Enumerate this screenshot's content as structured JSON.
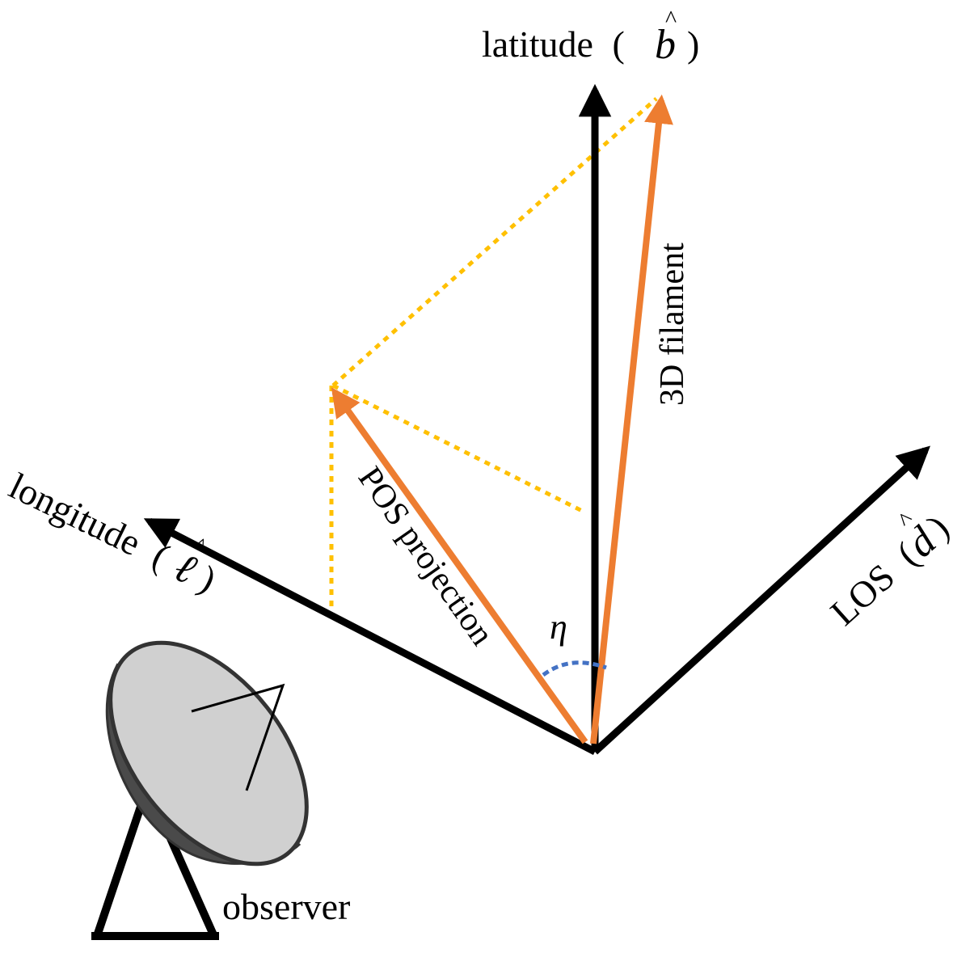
{
  "axes": {
    "latitude": {
      "name": "latitude",
      "symbol": "b",
      "open": "(",
      "close": ")"
    },
    "longitude": {
      "name": "longitude",
      "symbol": "ℓ",
      "open": "(",
      "close": ")"
    },
    "los": {
      "name": "LOS",
      "symbol": "d",
      "open": "(",
      "close": ")"
    }
  },
  "vectors": {
    "filament_label": "3D filament",
    "projection_label": "POS projection"
  },
  "angle_label": "η",
  "observer_label": "observer",
  "colors": {
    "axis": "#000000",
    "vector": "#ED7D31",
    "construction": "#FFC000",
    "angle": "#4472C4",
    "dish_face": "#D0D0D0",
    "dish_back": "#4A4A4A"
  }
}
